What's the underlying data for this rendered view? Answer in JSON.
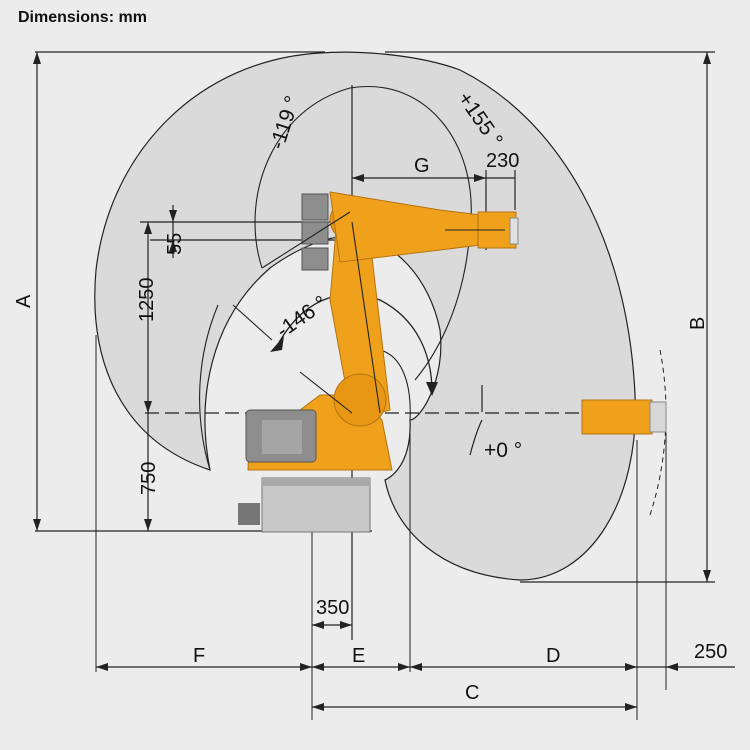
{
  "header": {
    "units": "Dimensions: mm"
  },
  "dimensions": {
    "A": "A",
    "B": "B",
    "C": "C",
    "D": "D",
    "E": "E",
    "F": "F",
    "G": "G",
    "d350": "350",
    "d250": "250",
    "d230": "230",
    "d1250": "1250",
    "d750": "750",
    "d55": "55"
  },
  "angles": {
    "a1": "-119 °",
    "a2": "+155 °",
    "a3": "-146 °",
    "a4": "+0 °"
  },
  "colors": {
    "background": "#ececec",
    "robot": "#f0a11c",
    "robot_dark": "#c9820f",
    "motor": "#8a8a8a",
    "envelope": "#dcdcdc",
    "line": "#111111"
  }
}
